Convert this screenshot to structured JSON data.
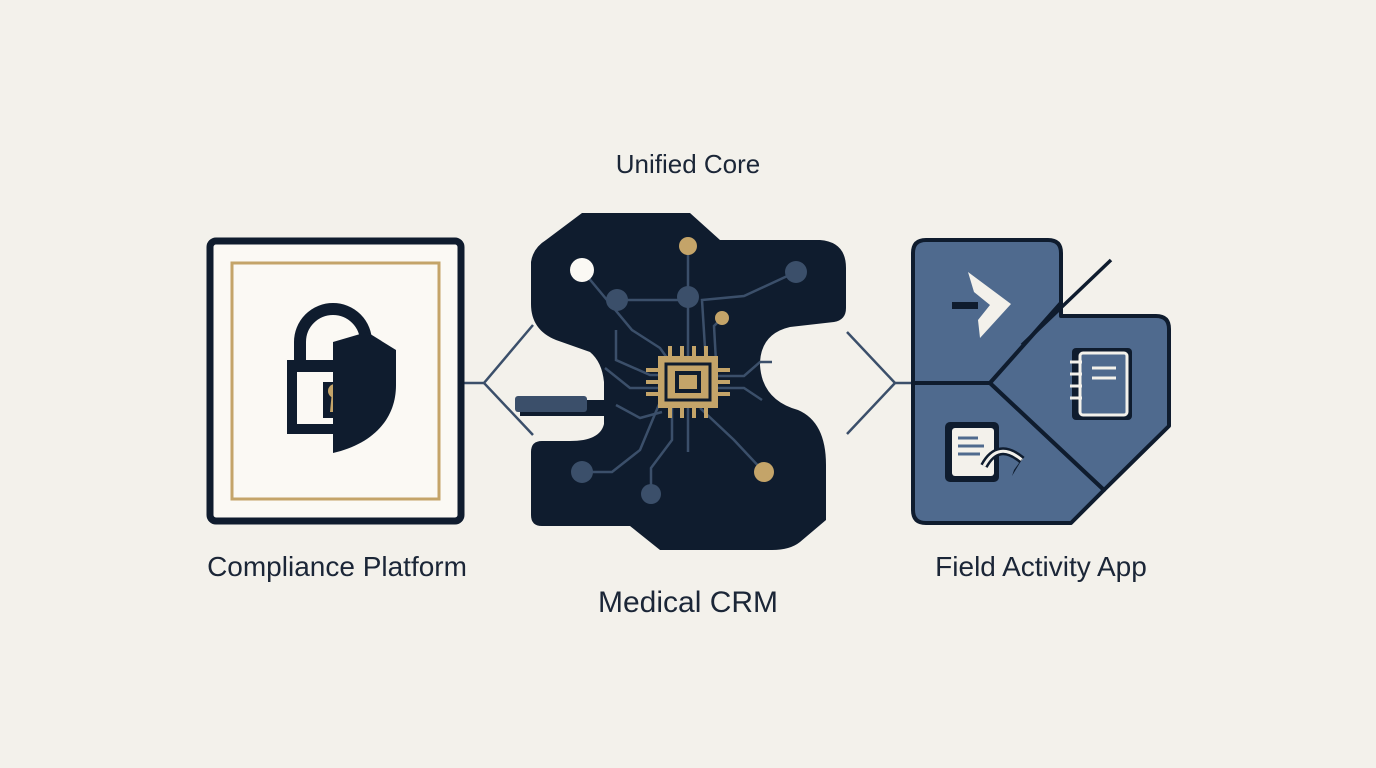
{
  "diagram": {
    "core_title": "Unified Core",
    "left_node": {
      "label": "Compliance Platform",
      "icons": [
        "padlock-icon",
        "shield-icon"
      ]
    },
    "center_node": {
      "label": "Medical CRM",
      "icons": [
        "circuit-board-icon",
        "microchip-icon"
      ]
    },
    "right_node": {
      "label": "Field Activity App",
      "icons": [
        "arrow-right-icon",
        "notebook-icon",
        "document-return-icon"
      ]
    },
    "colors": {
      "background": "#f3f1eb",
      "navy": "#0f1c2e",
      "slate_blue": "#4f6a8e",
      "gold": "#c4a469",
      "line": "#3b4f6a",
      "text": "#1b2637"
    }
  }
}
